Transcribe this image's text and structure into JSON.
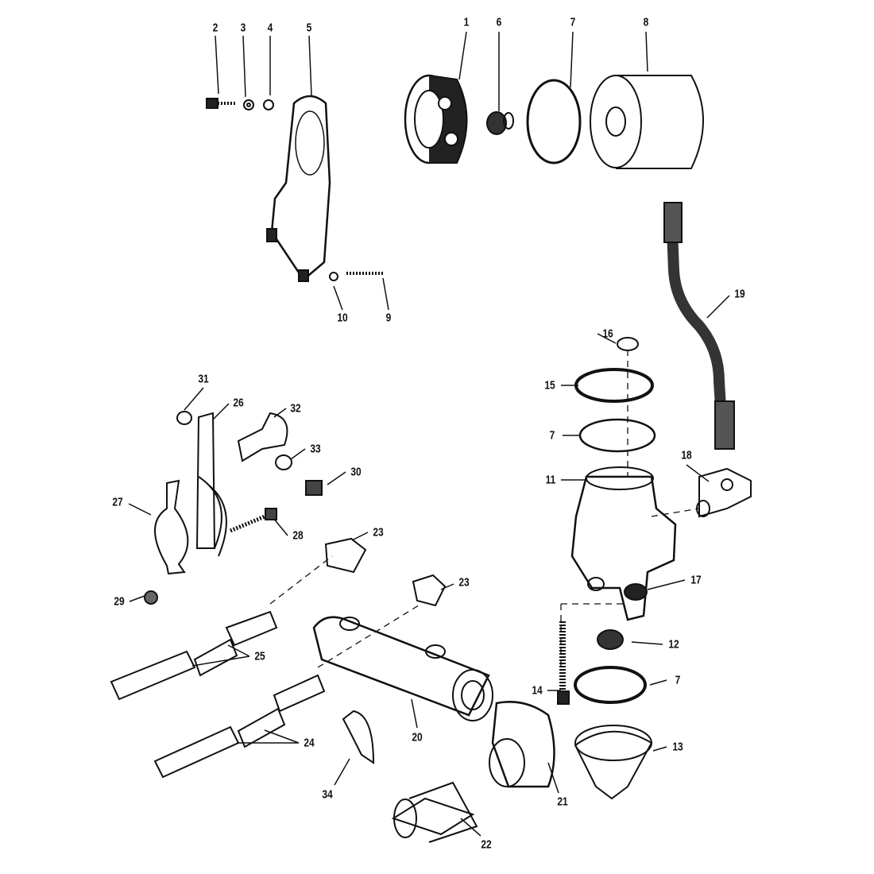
{
  "diagram": {
    "type": "exploded-parts-view",
    "callouts": [
      "1",
      "2",
      "3",
      "4",
      "5",
      "6",
      "7",
      "8",
      "9",
      "10",
      "11",
      "12",
      "13",
      "14",
      "15",
      "16",
      "17",
      "18",
      "19",
      "20",
      "21",
      "22",
      "23",
      "23",
      "24",
      "25",
      "26",
      "27",
      "28",
      "29",
      "30",
      "31",
      "32",
      "33",
      "34",
      "7",
      "7"
    ]
  },
  "colors": {
    "ink": "#111111",
    "paper": "#ffffff"
  }
}
